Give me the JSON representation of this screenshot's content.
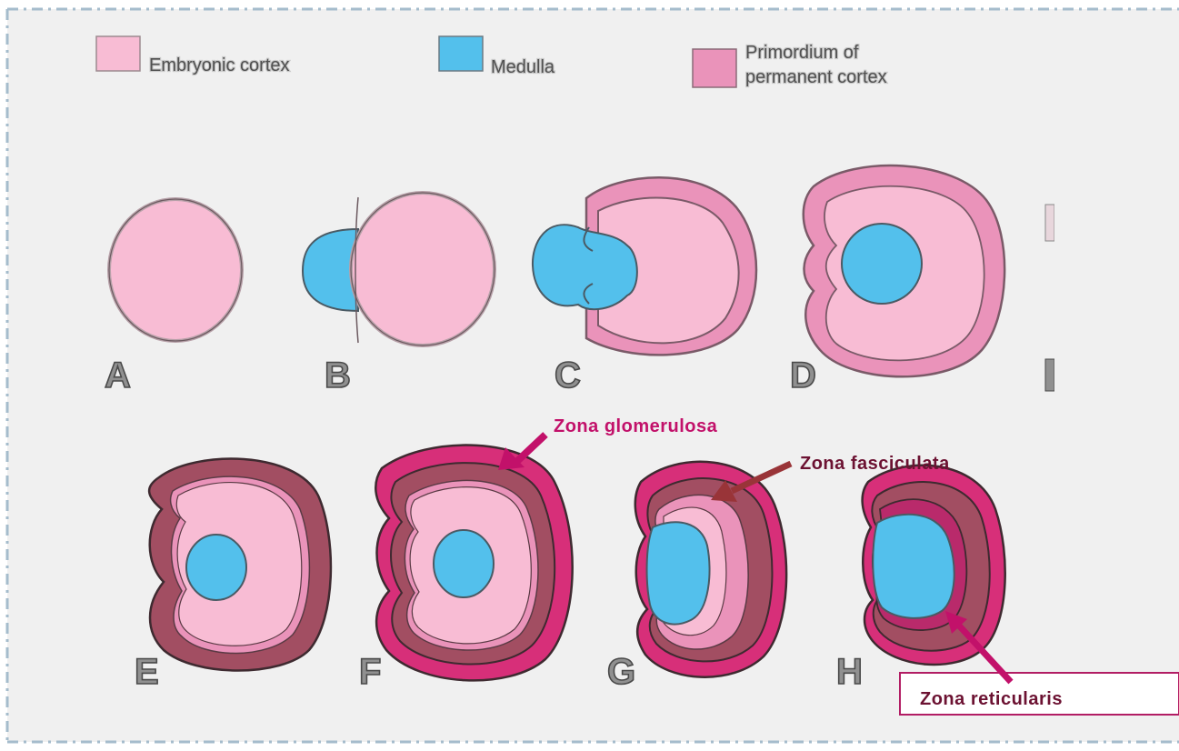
{
  "colors": {
    "embryonic_cortex": "#f8bcd4",
    "medulla": "#53c0ec",
    "primordium": "#ea93ba",
    "fasciculata_layer": "#a24e62",
    "glomerulosa_layer": "#d72f79",
    "reticularis_layer": "#b92a6b",
    "callout_magenta": "#c2116a",
    "callout_maroon": "#6c1232",
    "background": "#f0f0f0",
    "dash_border": "#a5bccc"
  },
  "legend": {
    "items": [
      {
        "label": "Embryonic cortex",
        "color_key": "embryonic_cortex"
      },
      {
        "label": "Medulla",
        "color_key": "medulla"
      },
      {
        "label_line1": "Primordium of",
        "label_line2": "permanent cortex",
        "color_key": "primordium"
      }
    ]
  },
  "stages": {
    "row1": [
      "A",
      "B",
      "C",
      "D",
      "E"
    ],
    "row2": [
      "E",
      "F",
      "G",
      "H"
    ]
  },
  "callouts": {
    "glomerulosa": "Zona glomerulosa",
    "fasciculata": "Zona fasciculata",
    "reticularis": "Zona reticularis"
  }
}
